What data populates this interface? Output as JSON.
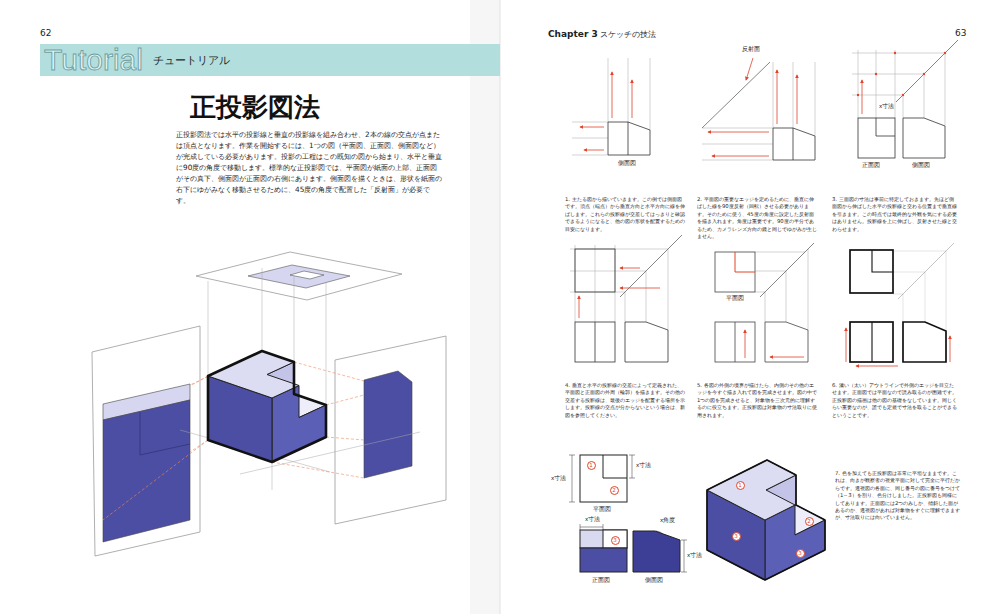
{
  "diagram": {
    "title": "正投影図法",
    "nodes": [
      {
        "text": [
          "Tutorial",
          "チュートリアル"
        ]
      }
    ],
    "labels": [
      "62",
      "正投影図法では水平の投影線と垂直の投影線を組み合わせ、2本の線の交点が点または頂点となります。作業を開始するには、1つの図（平面図、正面図、側面図など）が完成している必要があります。投影の工程はこの既知の図から始まり、水平と垂直に90度の角度で移動します。標準的な正投影図では、平面図が紙面の上部、正面図がその真下、側面図が正面図の右側にあります。側面図を描くときは、形状を紙面の右下にゆがみなく移動させるために、45度の角度で配置した「反射面」が必要です。",
      "Chapter 3",
      "スケッチの技法",
      "63",
      "側面図",
      "1. 主たる図から描いていきます。この例では側面図です。頂点（端点）から垂直方向と水平方向に線を伸ばします。これらの投影線が交差してはっきりと確認できるようになると、他の図の形状を配置するための目安になります。",
      "反射面",
      "2. 平面図の重要なエッジを定めるために、垂直に伸ばした線を90度反射（回転）させる必要があります。そのために使う、45度の角度に設定した反射面を描き入れます。角度は重要です。90度の半分であるため、カメラレンズ方向の鏡と同じでゆがみが生じません。",
      "x寸法",
      "正面図",
      "側面図",
      "3. 三面図の寸法は事前に特定しておきます。先ほど側面図から伸ばした水平の投影線と交わる位置まで垂直線を引きます。この時点では最終的な外観を気にする必要はありません。投影線を上に伸ばし、反射させた線と交わらせます。",
      "4. 垂直と水平の投影線の交差によって定義された、平面図と正面図の外周（輪郭）を描きます。その他の交差する投影線は、最後のエッジを配置する場所を示します。投影線の交点が分からないという場合は、新図を参照してください。",
      "平面図",
      "5. 各図の外側の境界が描けたら、内側のその他のエッジを今すぐ描き入れて図を完成させます。図の中で1つの図を完成させると、対象物を三次元的に理解するのに役立ちます。正投影図は対象物の寸法取りに使用されます。",
      "6. 濃い（太い）アウトラインで外側のエッジを目立たせます。正面図では平面なので読み取るのが困難です。正投影図の描画は他の図の基礎をなしています。同じくらい重要なのが、誰でも定規で寸法を取ることができるということです。",
      "x寸法",
      "平面図",
      "1",
      "2",
      "x寸法",
      "x寸法",
      "x角度",
      "3",
      "正面図",
      "側面図",
      "x寸法",
      "1",
      "2",
      "3",
      "3",
      "7. 色を加えても正投影図は非常に平坦なままです。これは、向きが観察者の視覚平面に対して完全に平行だからです。透視図の各面に、同じ番号の図に番号をつけて（1～3）を割り、色分けしました。正投影図も同様にしてあります。正面図には2つのみしか、傾斜した面があるのか、透視図があれば対象物をすぐに理解できますが、寸法取りには向いていません。"
    ]
  }
}
